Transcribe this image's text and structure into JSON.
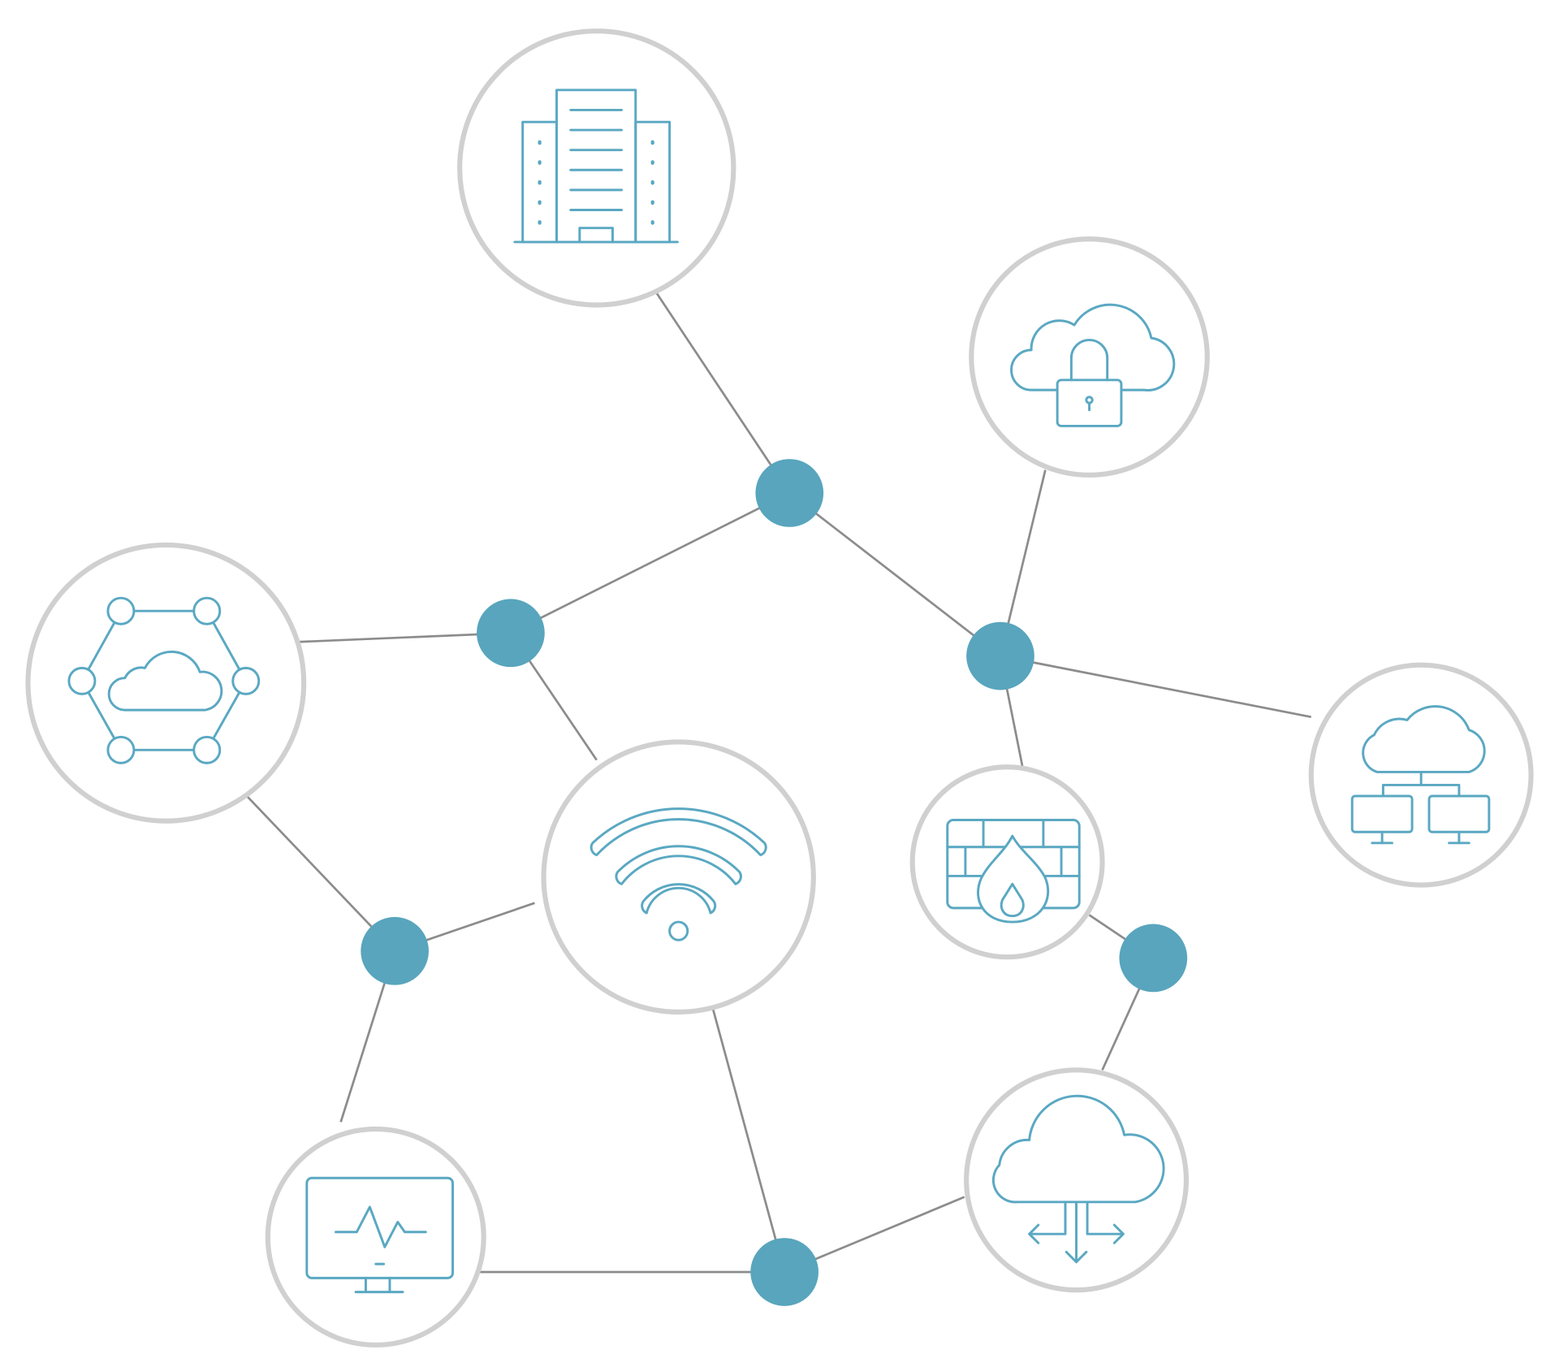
{
  "diagram": {
    "type": "network-topology",
    "colors": {
      "hub": "#58a5bd",
      "icon": "#5aa8c2",
      "node_border": "#d0d0d0",
      "link": "#8c8c8c",
      "background": "#ffffff"
    },
    "nodes": [
      {
        "id": "building",
        "icon": "office-building-icon"
      },
      {
        "id": "cloud-lock",
        "icon": "cloud-lock-icon"
      },
      {
        "id": "cloud-mesh",
        "icon": "cloud-hexagon-network-icon"
      },
      {
        "id": "wifi",
        "icon": "wifi-icon"
      },
      {
        "id": "firewall",
        "icon": "firewall-icon"
      },
      {
        "id": "cloud-network",
        "icon": "cloud-computers-icon"
      },
      {
        "id": "monitor",
        "icon": "monitor-heartbeat-icon"
      },
      {
        "id": "cloud-distribute",
        "icon": "cloud-arrows-icon"
      }
    ],
    "hubs": [
      "hub-1",
      "hub-2",
      "hub-3",
      "hub-4",
      "hub-5",
      "hub-6"
    ],
    "edges": [
      [
        "building",
        "hub-1"
      ],
      [
        "hub-1",
        "hub-2"
      ],
      [
        "hub-1",
        "hub-3"
      ],
      [
        "cloud-lock",
        "hub-3"
      ],
      [
        "hub-3",
        "cloud-network"
      ],
      [
        "hub-3",
        "firewall"
      ],
      [
        "cloud-mesh",
        "hub-2"
      ],
      [
        "hub-2",
        "wifi"
      ],
      [
        "cloud-mesh",
        "hub-4"
      ],
      [
        "hub-4",
        "wifi"
      ],
      [
        "hub-4",
        "monitor"
      ],
      [
        "wifi",
        "hub-6"
      ],
      [
        "monitor",
        "hub-6"
      ],
      [
        "hub-6",
        "cloud-distribute"
      ],
      [
        "firewall",
        "hub-5"
      ],
      [
        "hub-5",
        "cloud-distribute"
      ]
    ]
  }
}
